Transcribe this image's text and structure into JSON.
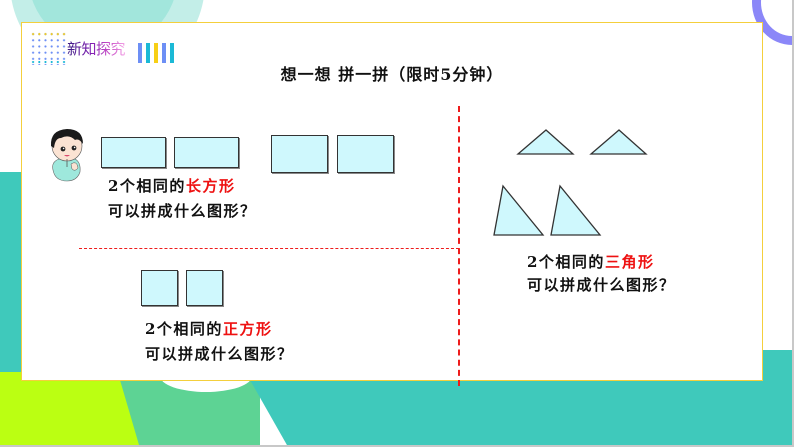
{
  "header": {
    "badge_label": "新知探究",
    "bar_colors": [
      "#6d8ff5",
      "#1bb9d6",
      "#f7cf16",
      "#6d8ff5",
      "#1bb9d6"
    ]
  },
  "title": "想一想  拼一拼（限时5分钟）",
  "sections": {
    "rectangles": {
      "line1_prefix": "2个相同的",
      "line1_highlight": "长方形",
      "line2": "可以拼成什么图形？",
      "shape": "rectangle",
      "count": 4
    },
    "squares": {
      "line1_prefix": "2个相同的",
      "line1_highlight": "正方形",
      "line2": "可以拼成什么图形？",
      "shape": "square",
      "count": 2
    },
    "triangles": {
      "line1_prefix": "2个相同的",
      "line1_highlight": "三角形",
      "line2": "可以拼成什么图形？",
      "shape": "triangle",
      "count": 4
    }
  },
  "colors": {
    "shape_fill": "#cff8fd",
    "highlight": "#ee1111",
    "divider": "#ee1c1c",
    "card_border": "#f4cf3c",
    "teal": "#3fc9bb",
    "lime": "#bbff12",
    "purple": "#8b87f8"
  },
  "icons": {
    "character": "boy-character-icon"
  }
}
